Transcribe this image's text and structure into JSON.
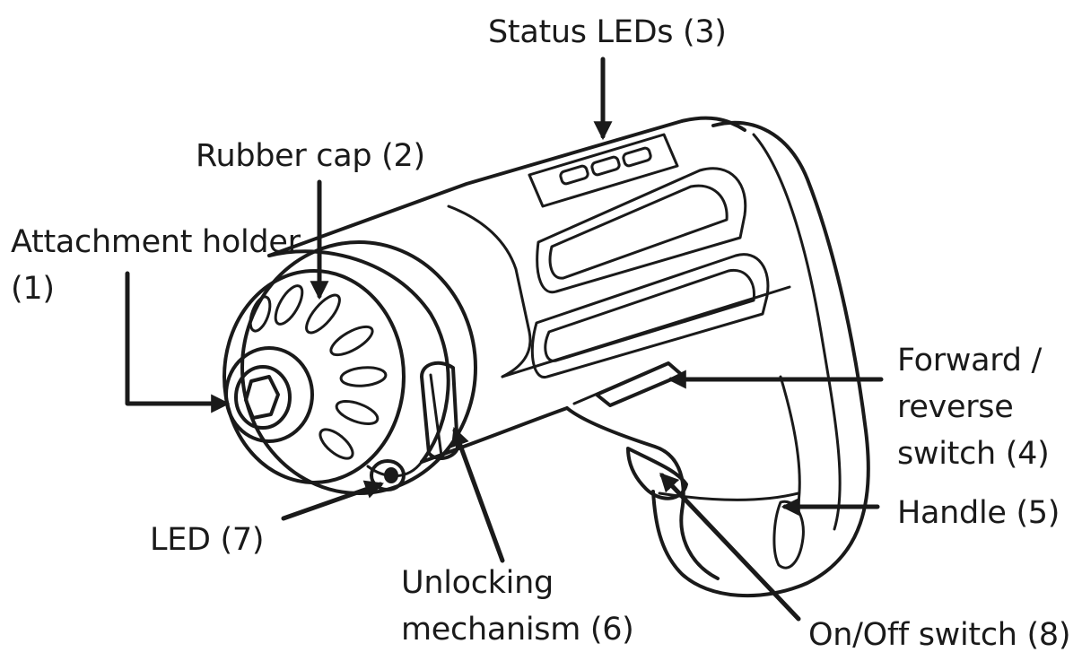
{
  "labels": {
    "status_leds": "Status LEDs (3)",
    "rubber_cap": "Rubber cap (2)",
    "attachment_holder_line1": "Attachment holder",
    "attachment_holder_line2": "(1)",
    "forward_reverse_line1": "Forward /",
    "forward_reverse_line2": "reverse",
    "forward_reverse_line3": "switch (4)",
    "handle": "Handle (5)",
    "led": "LED (7)",
    "unlocking_line1": "Unlocking",
    "unlocking_line2": "mechanism (6)",
    "on_off": "On/Off switch (8)"
  },
  "colors": {
    "ink": "#1a1a1a",
    "background": "#ffffff"
  }
}
